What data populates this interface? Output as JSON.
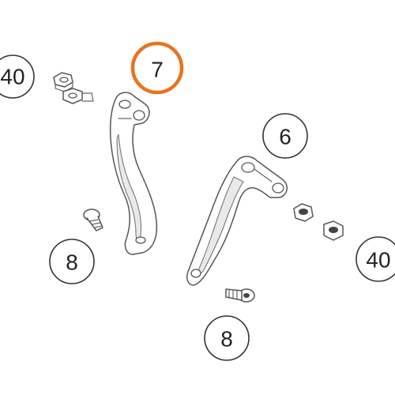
{
  "callouts": {
    "bracket_left": "7",
    "bracket_right": "6",
    "nut_top_left": "40",
    "nut_right": "40",
    "screw_left": "8",
    "screw_bottom": "8"
  },
  "colors": {
    "highlight": "#e8731e",
    "line": "#555555"
  }
}
